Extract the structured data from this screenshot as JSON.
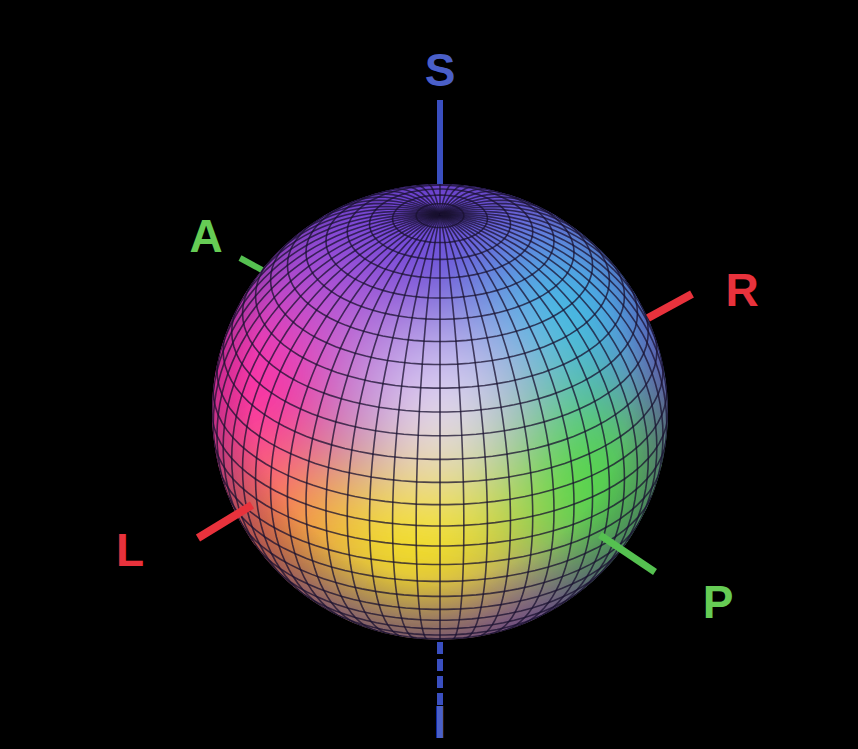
{
  "diagram": {
    "labels": [
      "S",
      "A",
      "R",
      "L",
      "P",
      "I"
    ]
  }
}
